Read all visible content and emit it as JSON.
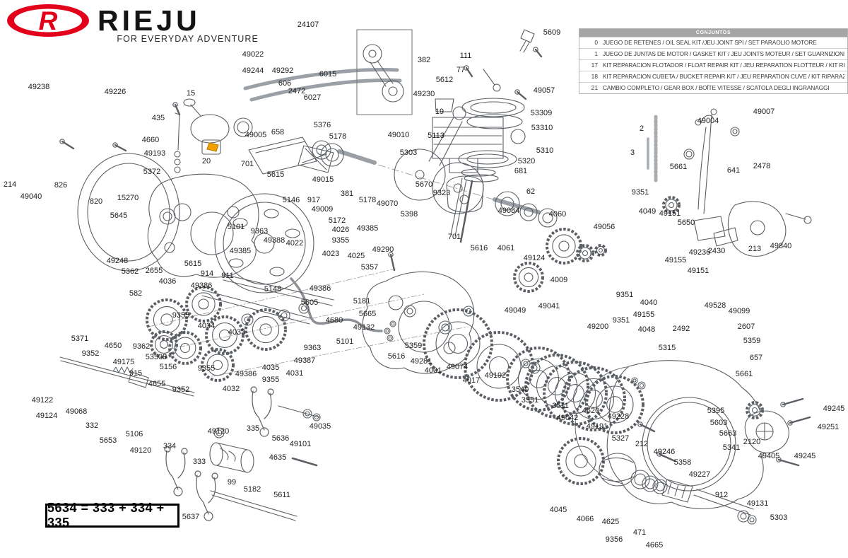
{
  "logo": {
    "brand": "RIEJU",
    "tagline": "FOR EVERYDAY ADVENTURE",
    "brand_color": "#e2001a"
  },
  "kits_table": {
    "title": "CONJUNTOS",
    "rows": [
      {
        "num": "0",
        "desc": "JUEGO DE RETENES / OIL SEAL KIT /JEU JOINT SPI / SET PARAOLIO MOTORE"
      },
      {
        "num": "1",
        "desc": "JUEGO DE JUNTAS DE MOTOR / GASKET KIT / JEU JOINTS MOTEUR / SET GUARNIZIONI MOTORE"
      },
      {
        "num": "17",
        "desc": "KIT REPARACION FLOTADOR / FLOAT REPAIR KIT / JEU REPARATION FLOTTEUR / KIT RIPARAZIONE FLOTTANTE"
      },
      {
        "num": "18",
        "desc": "KIT REPARACION CUBETA / BUCKET REPAIR KIT / JEU REPARATION CUVE / KIT RIPARAZIONE VASCHETTA"
      },
      {
        "num": "21",
        "desc": "CAMBIO COMPLETO / GEAR BOX / BOÎTE VITESSE / SCATOLA DEGLI INGRANAGGI"
      }
    ]
  },
  "formula_box": {
    "text": "5634 = 333 + 334 + 335"
  },
  "highlight": {
    "color": "#f2a000",
    "part_ref": "20"
  },
  "part_labels": [
    [
      "24107",
      436,
      35
    ],
    [
      "5609",
      781,
      46
    ],
    [
      "49022",
      358,
      77
    ],
    [
      "111",
      659,
      79
    ],
    [
      "382",
      600,
      85
    ],
    [
      "77",
      652,
      99
    ],
    [
      "49244",
      358,
      100
    ],
    [
      "49292",
      400,
      100
    ],
    [
      "6015",
      464,
      105
    ],
    [
      "5612",
      629,
      113
    ],
    [
      "606",
      403,
      118
    ],
    [
      "49238",
      55,
      123
    ],
    [
      "2472",
      420,
      129
    ],
    [
      "49226",
      163,
      130
    ],
    [
      "49057",
      770,
      128
    ],
    [
      "15",
      270,
      132
    ],
    [
      "49230",
      600,
      133
    ],
    [
      "6027",
      442,
      138
    ],
    [
      "19",
      622,
      158
    ],
    [
      "53309",
      766,
      160
    ],
    [
      "435",
      224,
      167
    ],
    [
      "49004",
      1002,
      171
    ],
    [
      "49007",
      1081,
      158
    ],
    [
      "53310",
      767,
      181
    ],
    [
      "2",
      908,
      182
    ],
    [
      "5376",
      456,
      177
    ],
    [
      "5178",
      478,
      193
    ],
    [
      "49010",
      564,
      191
    ],
    [
      "5113",
      617,
      192
    ],
    [
      "49005",
      362,
      191
    ],
    [
      "658",
      393,
      187
    ],
    [
      "4660",
      213,
      198
    ],
    [
      "5303",
      578,
      216
    ],
    [
      "5310",
      771,
      213
    ],
    [
      "3",
      895,
      216
    ],
    [
      "49193",
      219,
      217
    ],
    [
      "20",
      292,
      228
    ],
    [
      "5320",
      745,
      228
    ],
    [
      "701",
      350,
      232
    ],
    [
      "5661",
      960,
      236
    ],
    [
      "641",
      1038,
      241
    ],
    [
      "2478",
      1078,
      235
    ],
    [
      "681",
      737,
      242
    ],
    [
      "5372",
      215,
      243
    ],
    [
      "5615",
      390,
      247
    ],
    [
      "49015",
      457,
      254
    ],
    [
      "5670",
      600,
      261
    ],
    [
      "214",
      14,
      261
    ],
    [
      "826",
      86,
      262
    ],
    [
      "9323",
      625,
      273
    ],
    [
      "381",
      491,
      274
    ],
    [
      "62",
      751,
      271
    ],
    [
      "9351",
      906,
      272
    ],
    [
      "5178",
      520,
      283
    ],
    [
      "49070",
      548,
      288
    ],
    [
      "49040",
      44,
      278
    ],
    [
      "820",
      136,
      285
    ],
    [
      "15270",
      181,
      280
    ],
    [
      "5146",
      412,
      283
    ],
    [
      "917",
      444,
      283
    ],
    [
      "49009",
      456,
      296
    ],
    [
      "49084",
      720,
      298
    ],
    [
      "4049",
      916,
      299
    ],
    [
      "49151",
      948,
      302
    ],
    [
      "4060",
      789,
      303
    ],
    [
      "5398",
      579,
      303
    ],
    [
      "5645",
      168,
      305
    ],
    [
      "5650",
      971,
      315
    ],
    [
      "5172",
      477,
      312
    ],
    [
      "49056",
      855,
      321
    ],
    [
      "5101",
      334,
      321
    ],
    [
      "49385",
      520,
      323
    ],
    [
      "4026",
      482,
      325
    ],
    [
      "9363",
      367,
      327
    ],
    [
      "49388",
      388,
      340
    ],
    [
      "9355",
      482,
      340
    ],
    [
      "4022",
      417,
      344
    ],
    [
      "701",
      643,
      335
    ],
    [
      "49290",
      542,
      353
    ],
    [
      "5616",
      678,
      351
    ],
    [
      "4061",
      716,
      351
    ],
    [
      "49385",
      340,
      355
    ],
    [
      "2430",
      1014,
      355
    ],
    [
      "213",
      1068,
      352
    ],
    [
      "49840",
      1105,
      348
    ],
    [
      "49236",
      990,
      357
    ],
    [
      "4023",
      468,
      359
    ],
    [
      "4025",
      504,
      362
    ],
    [
      "49124",
      756,
      365
    ],
    [
      "49155",
      956,
      368
    ],
    [
      "49248",
      166,
      369
    ],
    [
      "5615",
      273,
      373
    ],
    [
      "5362",
      184,
      384
    ],
    [
      "2655",
      218,
      383
    ],
    [
      "5357",
      523,
      378
    ],
    [
      "914",
      293,
      387
    ],
    [
      "911",
      322,
      390
    ],
    [
      "49151",
      988,
      383
    ],
    [
      "4036",
      237,
      398
    ],
    [
      "4009",
      791,
      396
    ],
    [
      "49386",
      285,
      404
    ],
    [
      "5148",
      386,
      409
    ],
    [
      "49386",
      453,
      408
    ],
    [
      "582",
      192,
      415
    ],
    [
      "9351",
      884,
      417
    ],
    [
      "5181",
      512,
      426
    ],
    [
      "5605",
      438,
      428
    ],
    [
      "4040",
      918,
      428
    ],
    [
      "49041",
      777,
      433
    ],
    [
      "49528",
      1012,
      432
    ],
    [
      "49099",
      1046,
      440
    ],
    [
      "49155",
      911,
      445
    ],
    [
      "9351",
      879,
      453
    ],
    [
      "5665",
      520,
      444
    ],
    [
      "4680",
      473,
      453
    ],
    [
      "49200",
      846,
      462
    ],
    [
      "9355",
      256,
      446
    ],
    [
      "4034",
      292,
      461
    ],
    [
      "4048",
      915,
      466
    ],
    [
      "2492",
      964,
      465
    ],
    [
      "2607",
      1056,
      462
    ],
    [
      "49132",
      515,
      463
    ],
    [
      "4033",
      335,
      470
    ],
    [
      "4650",
      160,
      489
    ],
    [
      "5371",
      113,
      479
    ],
    [
      "5359",
      1064,
      482
    ],
    [
      "49049",
      729,
      439
    ],
    [
      "9362",
      200,
      490
    ],
    [
      "9352",
      128,
      500
    ],
    [
      "5101",
      488,
      483
    ],
    [
      "9363",
      442,
      492
    ],
    [
      "5315",
      944,
      492
    ],
    [
      "49175",
      175,
      512
    ],
    [
      "53508",
      221,
      505
    ],
    [
      "5359",
      585,
      489
    ],
    [
      "5616",
      561,
      504
    ],
    [
      "657",
      1070,
      506
    ],
    [
      "5156",
      238,
      519
    ],
    [
      "49281",
      596,
      511
    ],
    [
      "915",
      192,
      528
    ],
    [
      "9355",
      292,
      521
    ],
    [
      "4001",
      613,
      524
    ],
    [
      "49074",
      647,
      519
    ],
    [
      "49387",
      431,
      510
    ],
    [
      "4035",
      383,
      520
    ],
    [
      "4031",
      417,
      528
    ],
    [
      "49386",
      348,
      529
    ],
    [
      "5661",
      1053,
      529
    ],
    [
      "49192",
      701,
      531
    ],
    [
      "4017",
      667,
      538
    ],
    [
      "9355",
      383,
      537
    ],
    [
      "4655",
      222,
      543
    ],
    [
      "3540",
      736,
      551
    ],
    [
      "9352",
      256,
      551
    ],
    [
      "4032",
      327,
      550
    ],
    [
      "3551",
      750,
      566
    ],
    [
      "49122",
      60,
      566
    ],
    [
      "3511",
      793,
      574
    ],
    [
      "4620",
      836,
      581
    ],
    [
      "5395",
      1013,
      581
    ],
    [
      "49124",
      66,
      588
    ],
    [
      "49068",
      108,
      582
    ],
    [
      "49042",
      803,
      591
    ],
    [
      "5603",
      1017,
      598
    ],
    [
      "49191",
      845,
      603
    ],
    [
      "49228",
      875,
      589
    ],
    [
      "332",
      130,
      602
    ],
    [
      "49245",
      1180,
      578
    ],
    [
      "49251",
      1172,
      604
    ],
    [
      "5663",
      1030,
      613
    ],
    [
      "335",
      358,
      606
    ],
    [
      "5636",
      397,
      620
    ],
    [
      "49035",
      453,
      603
    ],
    [
      "49101",
      425,
      628
    ],
    [
      "5653",
      153,
      623
    ],
    [
      "5106",
      190,
      614
    ],
    [
      "49120",
      309,
      610
    ],
    [
      "5327",
      878,
      620
    ],
    [
      "212",
      908,
      628
    ],
    [
      "5341",
      1035,
      633
    ],
    [
      "2120",
      1064,
      625
    ],
    [
      "49120",
      199,
      637
    ],
    [
      "334",
      240,
      631
    ],
    [
      "49246",
      940,
      639
    ],
    [
      "49405",
      1088,
      645
    ],
    [
      "49245",
      1139,
      645
    ],
    [
      "4635",
      393,
      647
    ],
    [
      "5358",
      966,
      654
    ],
    [
      "333",
      282,
      653
    ],
    [
      "49227",
      990,
      671
    ],
    [
      "99",
      328,
      682
    ],
    [
      "5182",
      357,
      692
    ],
    [
      "5611",
      399,
      700
    ],
    [
      "912",
      1021,
      700
    ],
    [
      "4045",
      790,
      721
    ],
    [
      "49131",
      1072,
      712
    ],
    [
      "5637",
      270,
      731
    ],
    [
      "4066",
      828,
      734
    ],
    [
      "4625",
      864,
      738
    ],
    [
      "5303",
      1102,
      732
    ],
    [
      "471",
      905,
      753
    ],
    [
      "9356",
      869,
      763
    ],
    [
      "4665",
      926,
      771
    ]
  ]
}
